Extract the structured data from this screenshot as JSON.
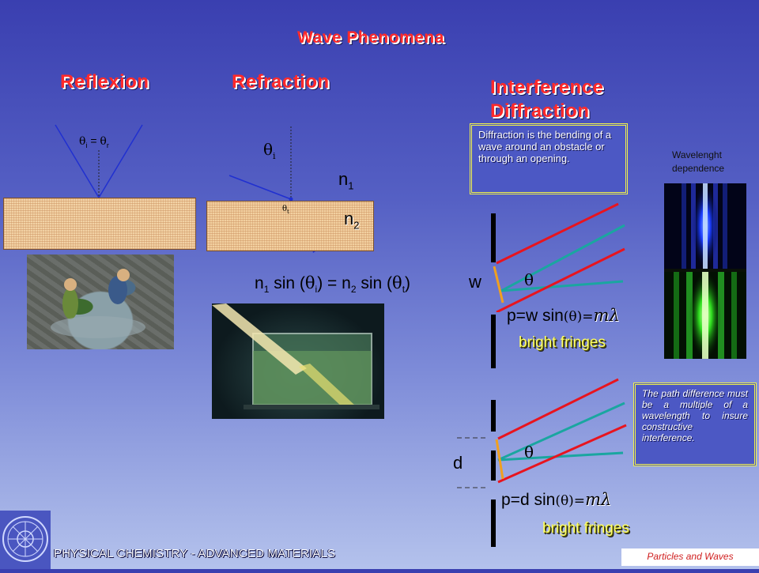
{
  "title": "Wave Phenomena",
  "sections": {
    "reflexion": "Reflexion",
    "refraction": "Refraction",
    "interference": "Interference",
    "diffraction": "Diffraction"
  },
  "reflexion": {
    "theta": "θ",
    "sub_i": "i",
    "equals": " = ",
    "sub_r": "r"
  },
  "refraction": {
    "theta_i": "θ",
    "sub_i": "i",
    "n1": "n",
    "n1_sub": "1",
    "n2": "n",
    "n2_sub": "2",
    "theta_t": "θ",
    "sub_t": "t"
  },
  "snell": {
    "p1": "n",
    "s1": "1",
    "p2": " sin (",
    "theta1": "θ",
    "s2": "i",
    "p3": ") = n",
    "s3": "2",
    "p4": " sin (",
    "theta2": "θ",
    "s4": "t",
    "p5": ")"
  },
  "diffraction_def": "Diffraction is the bending of a wave around an obstacle or through an opening.",
  "wavelength_label": "Wavelenght dependence",
  "single_slit": {
    "w": "w",
    "theta": "θ",
    "eq_prefix": "p=w sin",
    "eq_paren": "(θ)=",
    "eq_m": "mλ",
    "fringes": "bright fringes"
  },
  "double_slit": {
    "d": "d",
    "theta": "θ",
    "eq_prefix": "p=d sin",
    "eq_paren": "(θ)=",
    "eq_m": "mλ",
    "fringes": "bright fringes"
  },
  "path_note": "The path difference must be a multiple of a wavelength to insure constructive interference.",
  "footer": {
    "left": "PHYSICAL CHEMISTRY - ADVANCED MATERIALS",
    "right": "Particles and Waves"
  },
  "colors": {
    "heading": "#ff2a2a",
    "ray": "#e8141e",
    "teal_ray": "#1aa6a0",
    "orange": "#f0a020",
    "fringe_text": "#ffff66",
    "box_border": "#f2f24a"
  }
}
